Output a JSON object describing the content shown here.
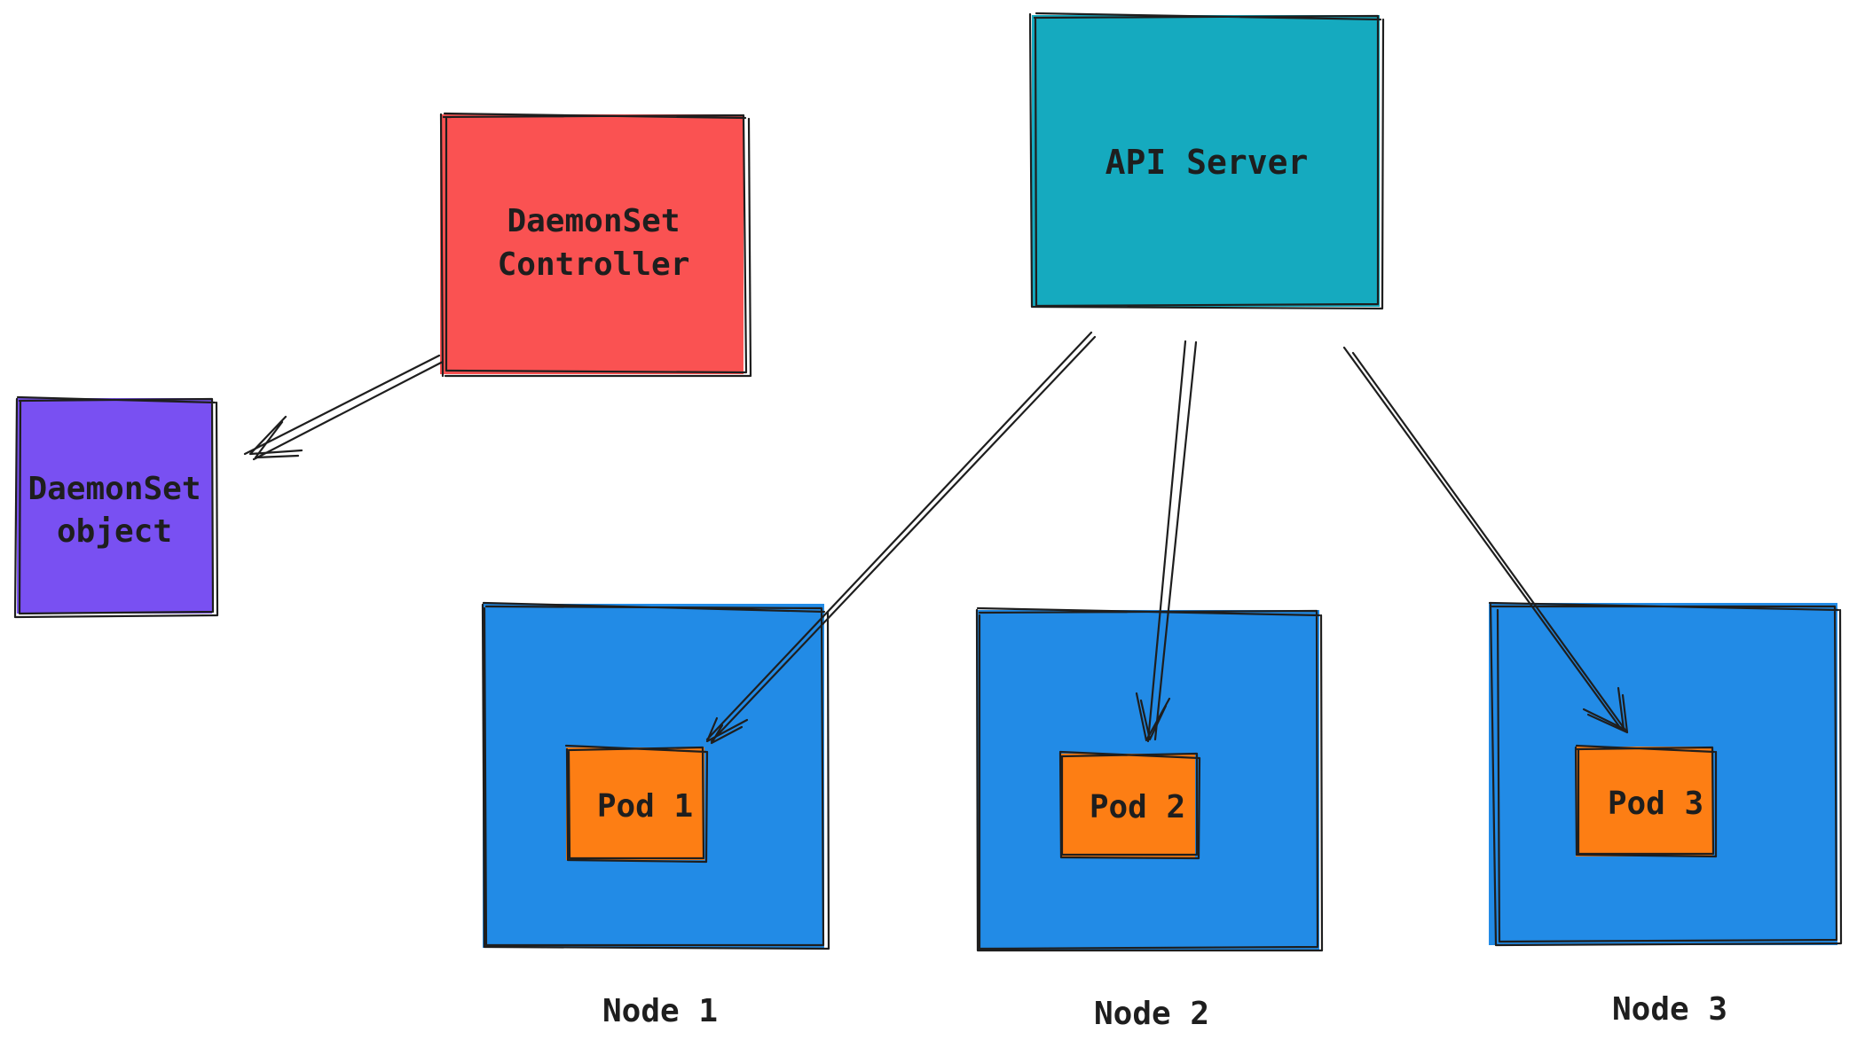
{
  "colors": {
    "daemonset_controller": "#fa5252",
    "api_server": "#15aabf",
    "daemonset_object": "#7950f2",
    "node": "#228be6",
    "pod": "#fd7e14",
    "stroke": "#1e1e1e"
  },
  "boxes": {
    "daemonset_controller": {
      "line1": "DaemonSet",
      "line2": "Controller"
    },
    "api_server": {
      "label": "API Server"
    },
    "daemonset_object": {
      "line1": "DaemonSet",
      "line2": "object"
    }
  },
  "nodes": [
    {
      "label": "Node 1",
      "pod_label": "Pod 1"
    },
    {
      "label": "Node 2",
      "pod_label": "Pod 2"
    },
    {
      "label": "Node 3",
      "pod_label": "Pod 3"
    }
  ]
}
